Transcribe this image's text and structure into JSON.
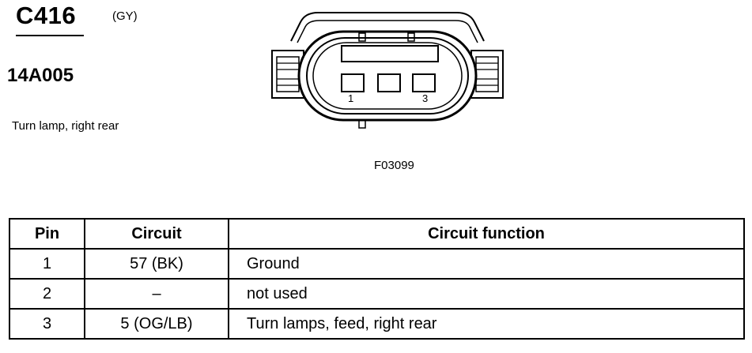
{
  "connector": {
    "id": "C416",
    "color_code": "(GY)",
    "part_number": "14A005",
    "description": "Turn lamp, right rear"
  },
  "diagram": {
    "pin_labels": [
      "1",
      "3"
    ],
    "figure_id": "F03099"
  },
  "table": {
    "headers": [
      "Pin",
      "Circuit",
      "Circuit function"
    ],
    "rows": [
      {
        "pin": "1",
        "circuit": "57 (BK)",
        "function": "Ground"
      },
      {
        "pin": "2",
        "circuit": "–",
        "function": "not used"
      },
      {
        "pin": "3",
        "circuit": "5 (OG/LB)",
        "function": "Turn lamps, feed, right rear"
      }
    ]
  }
}
